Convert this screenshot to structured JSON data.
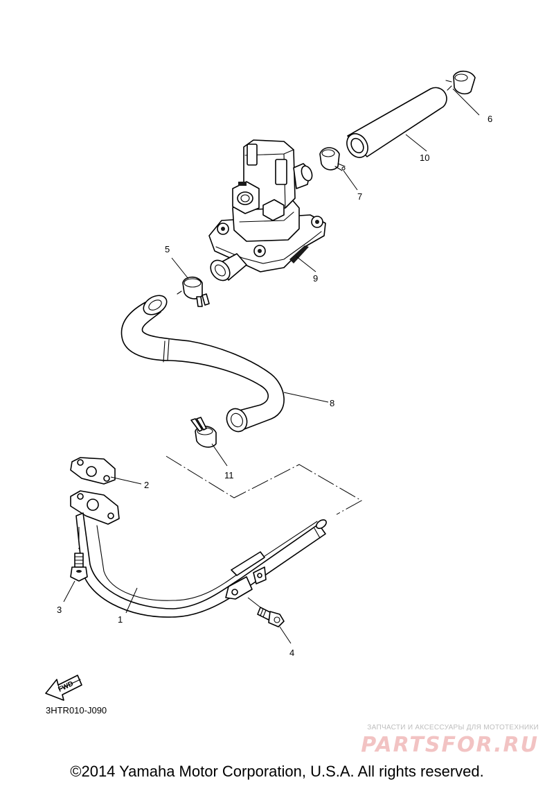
{
  "diagram": {
    "callouts": [
      {
        "id": "c1",
        "label": "1"
      },
      {
        "id": "c2",
        "label": "2"
      },
      {
        "id": "c3",
        "label": "3"
      },
      {
        "id": "c4",
        "label": "4"
      },
      {
        "id": "c5",
        "label": "5"
      },
      {
        "id": "c6",
        "label": "6"
      },
      {
        "id": "c7",
        "label": "7"
      },
      {
        "id": "c8",
        "label": "8"
      },
      {
        "id": "c9",
        "label": "9"
      },
      {
        "id": "c10",
        "label": "10"
      },
      {
        "id": "c11",
        "label": "11"
      }
    ],
    "fwd_label": "FWD",
    "code": "3HTR010-J090"
  },
  "watermark": {
    "tagline": "ЗАПЧАСТИ И АКСЕССУАРЫ ДЛЯ МОТОТЕХНИКИ",
    "logo": "PARTSFOR.RU"
  },
  "copyright": "©2014 Yamaha Motor Corporation, U.S.A. All rights reserved."
}
